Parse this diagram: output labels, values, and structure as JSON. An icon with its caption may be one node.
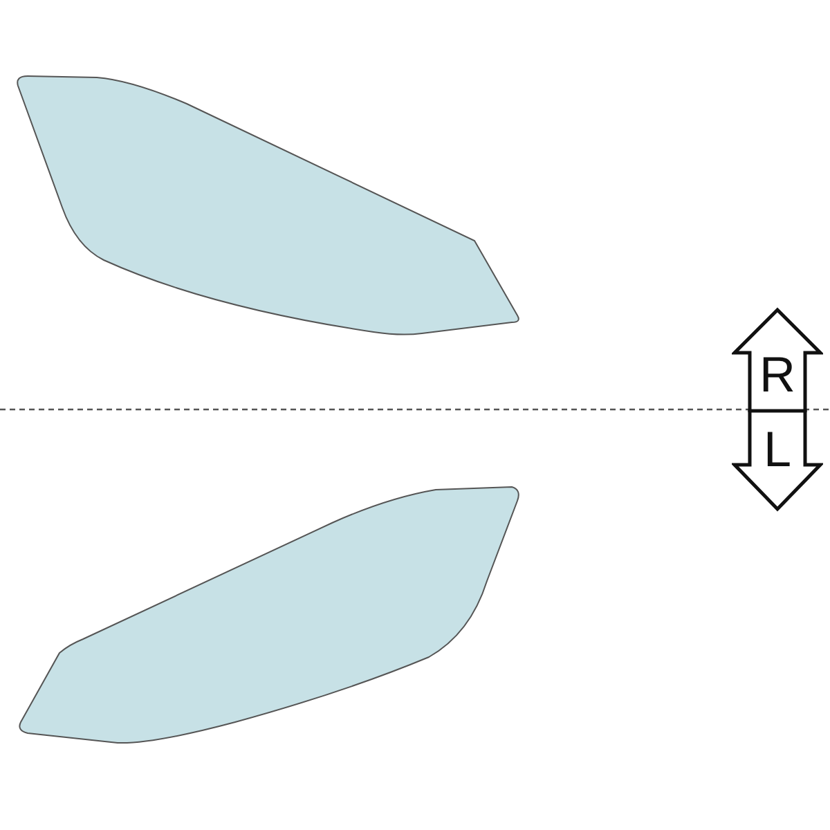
{
  "diagram": {
    "nodes": [
      {
        "text": [],
        "shape": "picture"
      },
      {
        "text": [
          "R"
        ]
      },
      {
        "text": [
          "L"
        ]
      },
      {
        "text": [],
        "shape": "picture"
      }
    ]
  }
}
